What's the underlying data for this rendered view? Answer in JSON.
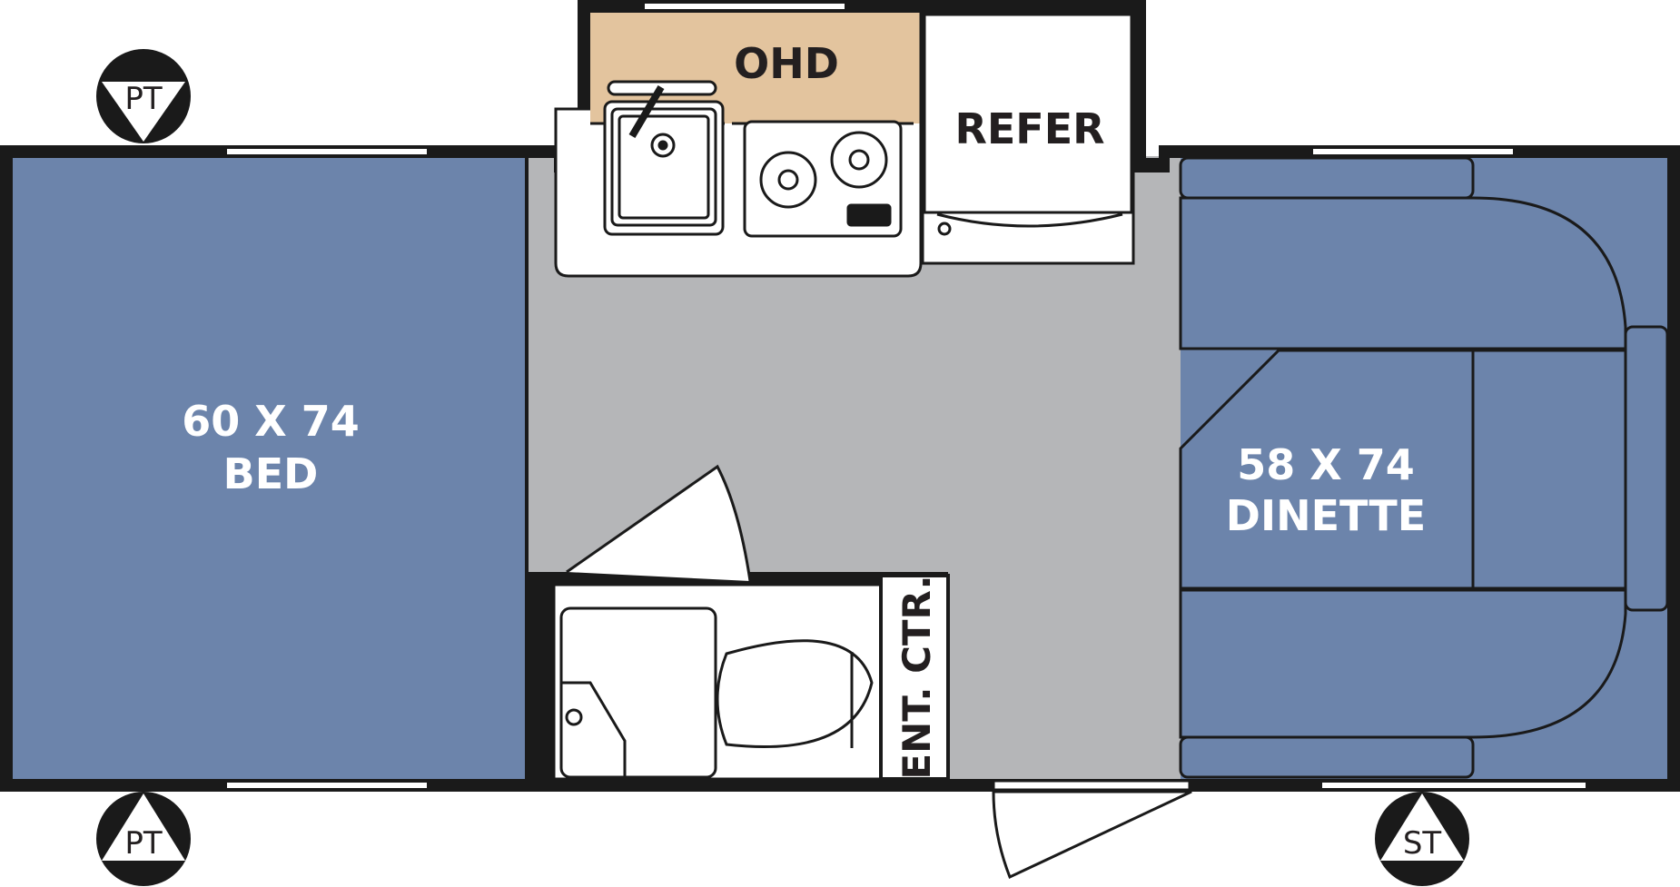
{
  "labels": {
    "bed_size": "60 X 74",
    "bed_name": "BED",
    "dinette_size": "58 X 74",
    "dinette_name": "DINETTE",
    "ohd": "OHD",
    "refer": "REFER",
    "ent_ctr": "ENT. CTR."
  },
  "badges": {
    "top_left": "PT",
    "bottom_left": "PT",
    "bottom_right": "ST"
  },
  "colors": {
    "bed_fill": "#6c84ab",
    "dinette_fill": "#6c84ab",
    "floor_fill": "#b5b6b8",
    "ohd_fill": "#e3c49e",
    "wall": "#1a1a1a"
  }
}
